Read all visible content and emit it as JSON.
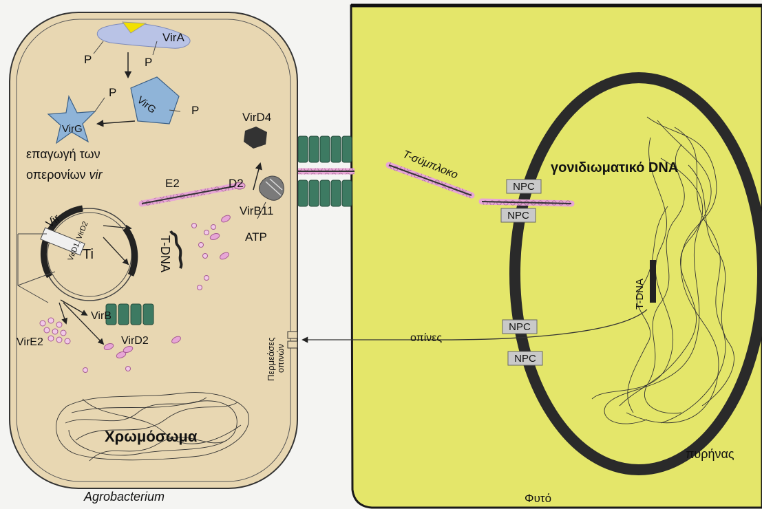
{
  "labels": {
    "vira": "VirA",
    "p1": "P",
    "p2": "P",
    "p3": "P",
    "p4": "P",
    "virg_left": "VirG",
    "virg_right": "VirG",
    "induction_line1": "επαγωγή των",
    "induction_line2_prefix": "οπερονίων ",
    "induction_line2_italic": "vir",
    "vird4": "VirD4",
    "e2": "E2",
    "d2": "D2",
    "virb11": "VirB11",
    "atp": "ATP",
    "vir_region": "Vir",
    "vird_text": "VirD1, VirD2",
    "ti": "Ti",
    "tdna_bact": "T-DNA",
    "virb": "VirB",
    "vire2": "VirE2",
    "vird2": "VirD2",
    "chromosome": "Χρωμόσωμα",
    "agrobacterium": "Agrobacterium",
    "pilus_permease_line1": "Περμεάσες",
    "pilus_permease_line2": "οπινών",
    "t_complex": "T-σύμπλοκο",
    "genomic_dna": "γονιδιωματικό DNA",
    "npc1": "NPC",
    "npc2": "NPC",
    "npc3": "NPC",
    "npc4": "NPC",
    "opines": "οπίνες",
    "tdna_plant": "T-DNA",
    "nucleus": "πυρήνας",
    "plant": "Φυτό"
  },
  "colors": {
    "bacterium_fill": "#e8d7b2",
    "plant_fill": "#e4e66a",
    "channel_green": "#3d7a62",
    "receptor_blue": "#8fb4d8",
    "pink": "#e7a6d6",
    "dark": "#222222"
  }
}
